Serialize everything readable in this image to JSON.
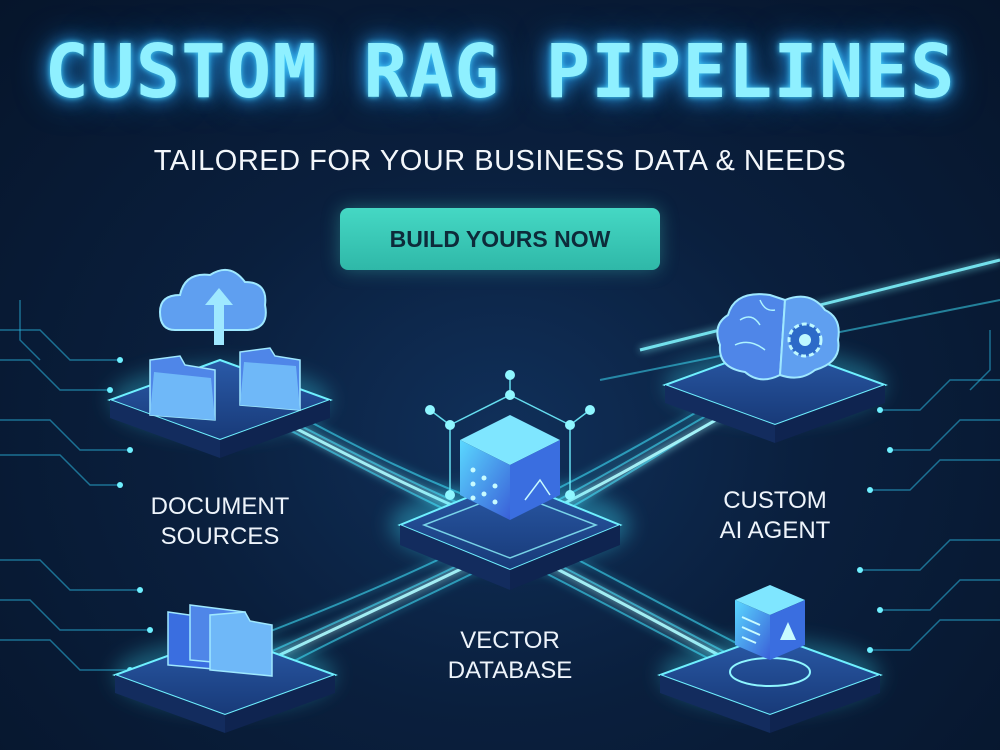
{
  "header": {
    "title": "CUSTOM RAG PIPELINES",
    "subtitle": "TAILORED FOR YOUR BUSINESS DATA & NEEDS"
  },
  "cta": {
    "label": "BUILD YOURS NOW"
  },
  "nodes": {
    "document_sources": {
      "line1": "DOCUMENT",
      "line2": "SOURCES",
      "icon": "cloud-upload-folders-icon"
    },
    "vector_database": {
      "line1": "VECTOR",
      "line2": "DATABASE",
      "icon": "cube-icon"
    },
    "custom_ai_agent": {
      "line1": "CUSTOM",
      "line2": "AI AGENT",
      "icon": "brain-gear-icon"
    },
    "files_node": {
      "icon": "folders-icon"
    },
    "output_node": {
      "icon": "document-cube-icon"
    }
  },
  "colors": {
    "title_glow": "#8ff0ff",
    "accent_cyan": "#3fe6ff",
    "cta_fill": "#45d8c4",
    "cta_text": "#0d2b3a",
    "background": "#0a1f3d"
  }
}
